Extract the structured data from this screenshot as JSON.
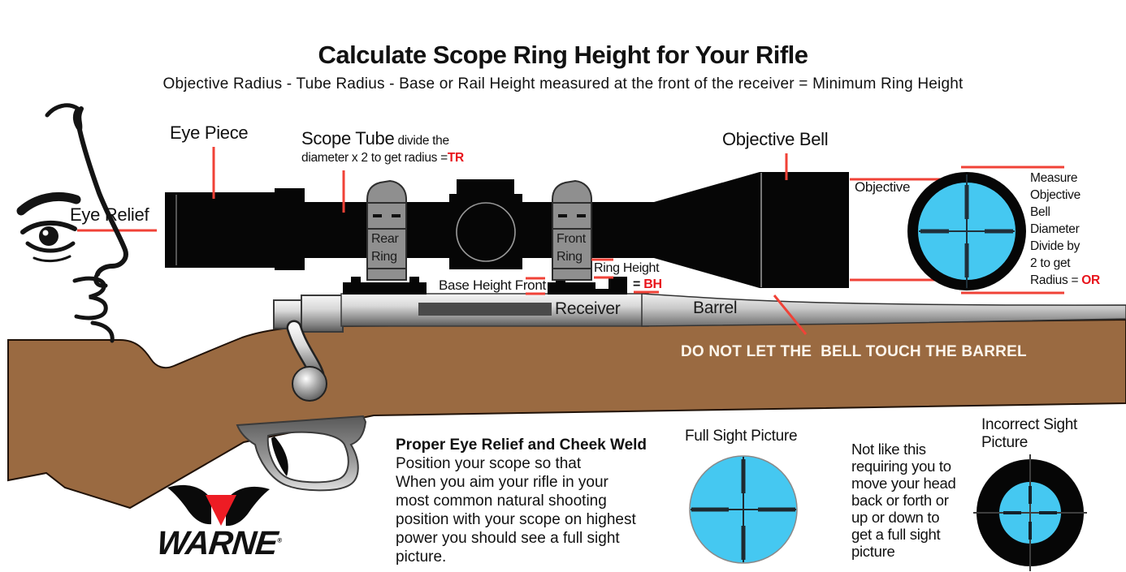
{
  "header": {
    "title": "Calculate Scope Ring Height for Your Rifle",
    "subtitle": "Objective Radius - Tube Radius - Base or Rail Height measured at the front of the receiver = Minimum Ring Height"
  },
  "labels": {
    "eye_piece": "Eye Piece",
    "eye_relief": "Eye Relief",
    "scope_tube": "Scope Tube",
    "scope_tube_note": " divide the",
    "scope_tube_note2": "diameter x 2 to get radius =",
    "tube_radius_abbr": "TR",
    "objective_bell": "Objective Bell",
    "objective": "Objective",
    "measure_objective": "Measure\nObjective\nBell\nDiameter\nDivide by\n2 to get",
    "radius_eq": "Radius = ",
    "objective_radius_abbr": "OR",
    "rear_ring": "Rear\nRing",
    "front_ring": "Front\nRing",
    "ring_height": "Ring Height",
    "equals_sign": "=",
    "base_height_abbr": "BH",
    "base_height_front": "Base Height Front",
    "receiver": "Receiver",
    "barrel": "Barrel",
    "warning": "DO NOT LET THE  BELL TOUCH THE BARREL"
  },
  "bottom": {
    "proper_heading": "Proper Eye Relief and Cheek Weld",
    "proper_body": "Position your scope so that\nWhen you aim your rifle in your\nmost common natural shooting\nposition with your scope on highest\npower you should see a full sight\npicture.",
    "full_sight_label": "Full Sight Picture",
    "not_like_this": "Not like this\nrequiring you to\nmove your head\nback or forth or\nup or down to\nget a full sight\npicture",
    "incorrect_label": "Incorrect Sight\nPicture"
  },
  "logo": {
    "brand": "WARNE",
    "mark": "®"
  },
  "colors": {
    "accent_red": "#E8131B",
    "pointer_red": "#F04237",
    "reticle_cyan": "#45C8F1",
    "stock_brown": "#9A6A41",
    "warn_red": "#ED1C24"
  }
}
